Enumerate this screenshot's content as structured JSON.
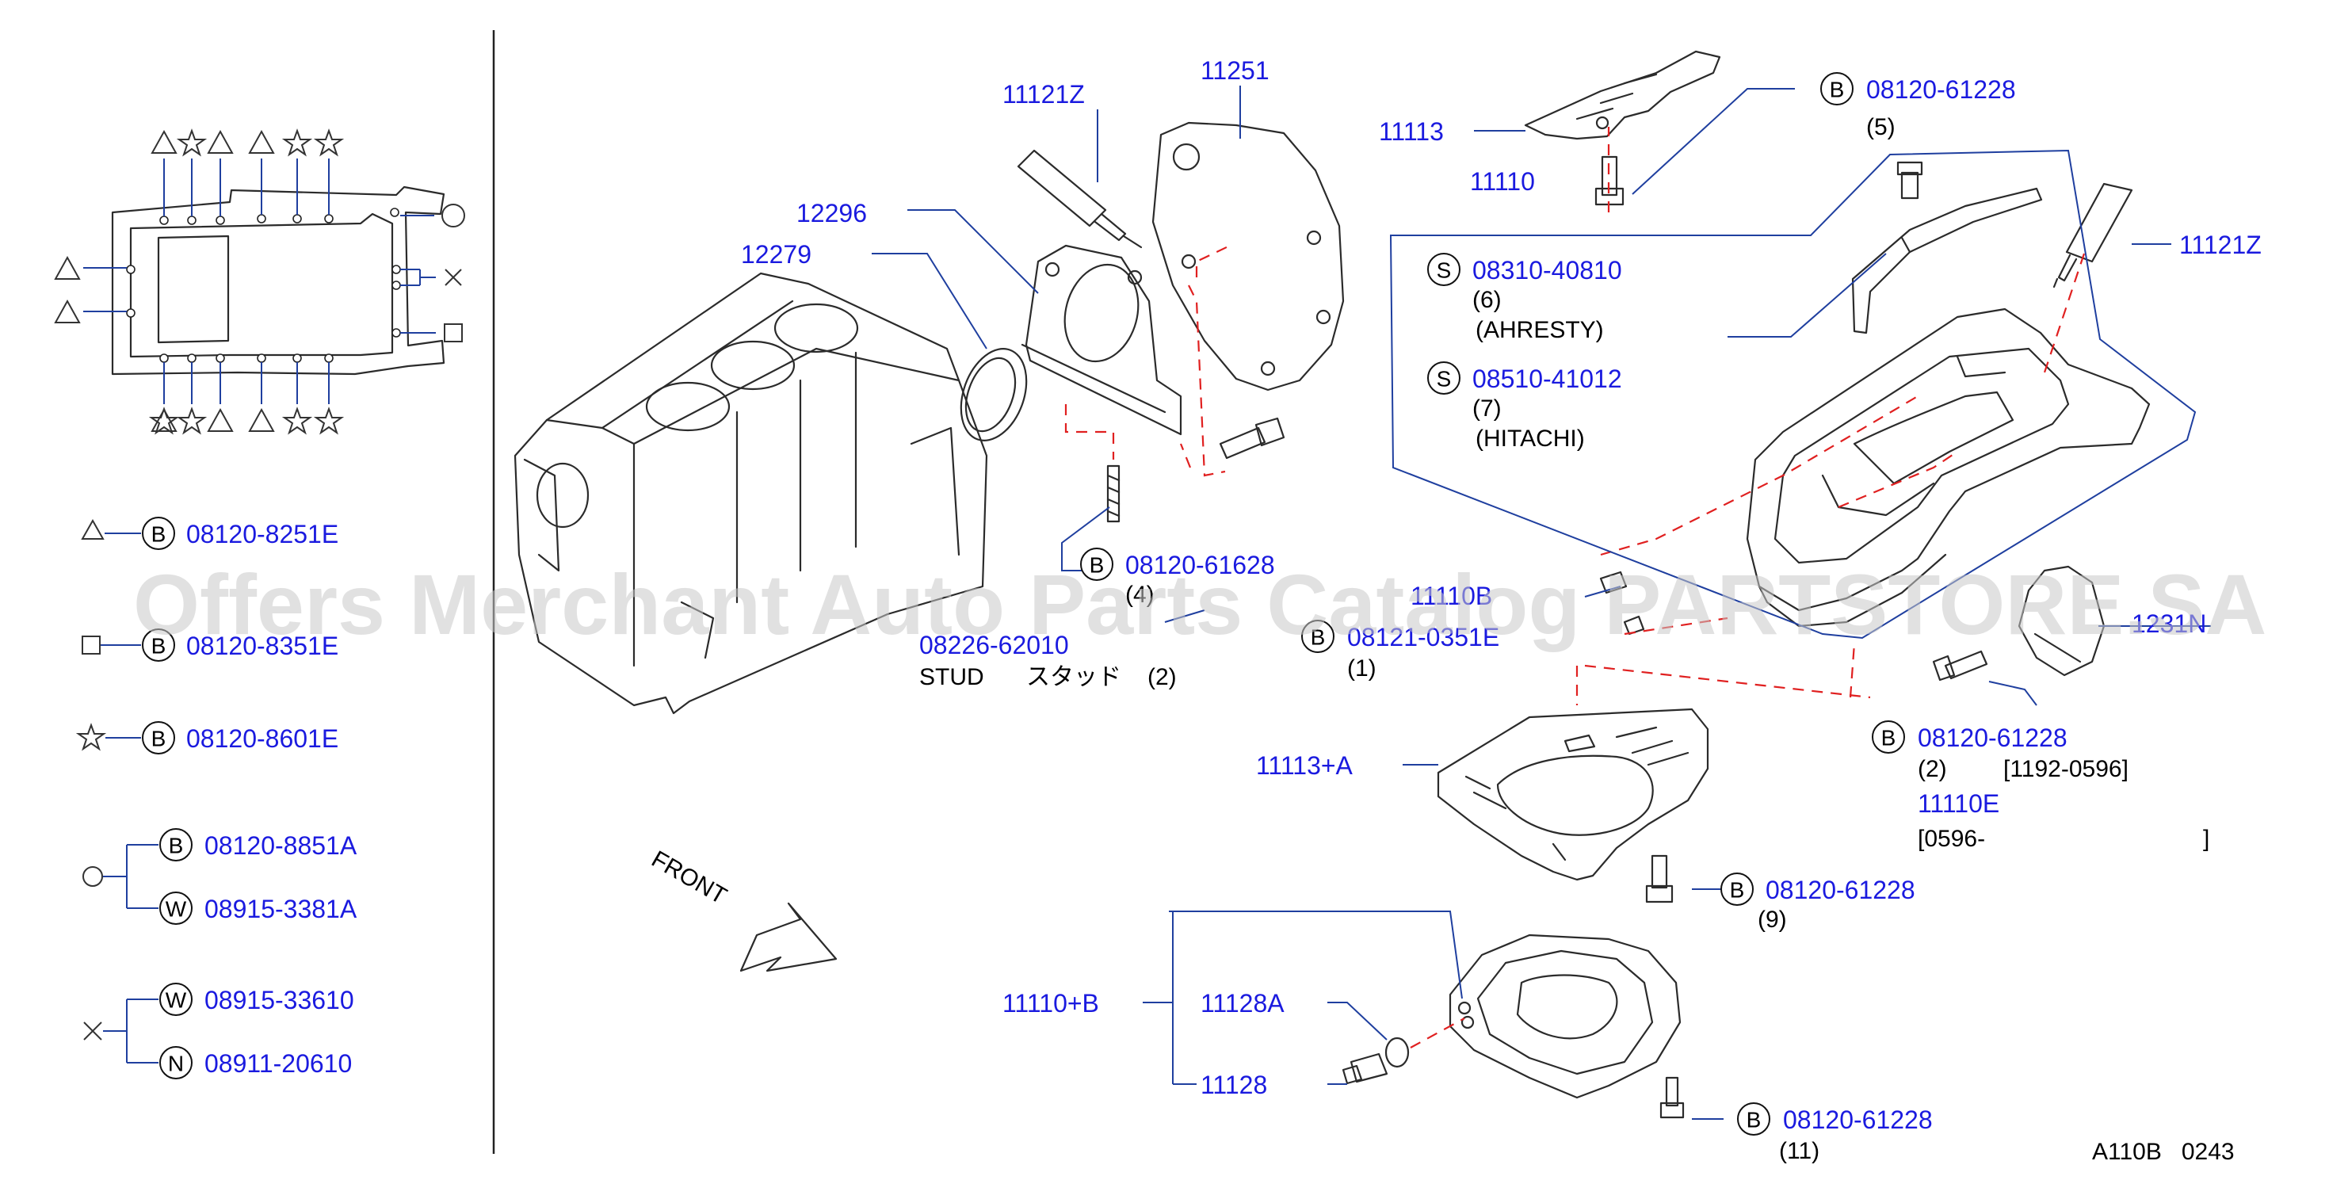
{
  "watermark": "Offers Merchant Auto Parts Catalog PARTSTORE.SA",
  "drawing_code": "A110B   0243",
  "front_label": "FRONT",
  "legend": {
    "triangle": "08120-8251E",
    "square": "08120-8351E",
    "star": "08120-8601E",
    "circle_b": "08120-8851A",
    "circle_w": "08915-3381A",
    "cross_w": "08915-33610",
    "cross_n": "08911-20610",
    "letter_b": "B",
    "letter_w": "W",
    "letter_n": "N"
  },
  "callouts": {
    "p11121Z_top": "11121Z",
    "p11251": "11251",
    "p12296": "12296",
    "p12279": "12279",
    "p11113": "11113",
    "p11110": "11110",
    "b_08120_61228_top": "08120-61228",
    "qty5": "(5)",
    "s_08310_40810": "08310-40810",
    "qty6": "(6)",
    "ahresty": "(AHRESTY)",
    "s_08510_41012": "08510-41012",
    "qty7": "(7)",
    "hitachi": "(HITACHI)",
    "p11121Z_right": "11121Z",
    "b_08120_61628": "08120-61628",
    "qty4": "(4)",
    "stud_pn": "08226-62010",
    "stud_label": "STUD",
    "stud_jp": "スタッド",
    "qty2_stud": "(2)",
    "p11110B": "11110B",
    "b_08121_0351E": "08121-0351E",
    "qty1": "(1)",
    "p1231N": "1231N",
    "b_08120_61228_mid": "08120-61228",
    "qty2_mid": "(2)",
    "date_range_1": "[1192-0596]",
    "p11110E": "11110E",
    "date_range_2_open": "[0596-",
    "date_range_2_close": "]",
    "p11113A": "11113+A",
    "b_08120_61228_gasket": "08120-61228",
    "qty9": "(9)",
    "p11110B_plus": "11110+B",
    "p11128A": "11128A",
    "p11128": "11128",
    "b_08120_61228_bottom": "08120-61228",
    "qty11": "(11)",
    "letter_b": "B",
    "letter_s": "S"
  }
}
